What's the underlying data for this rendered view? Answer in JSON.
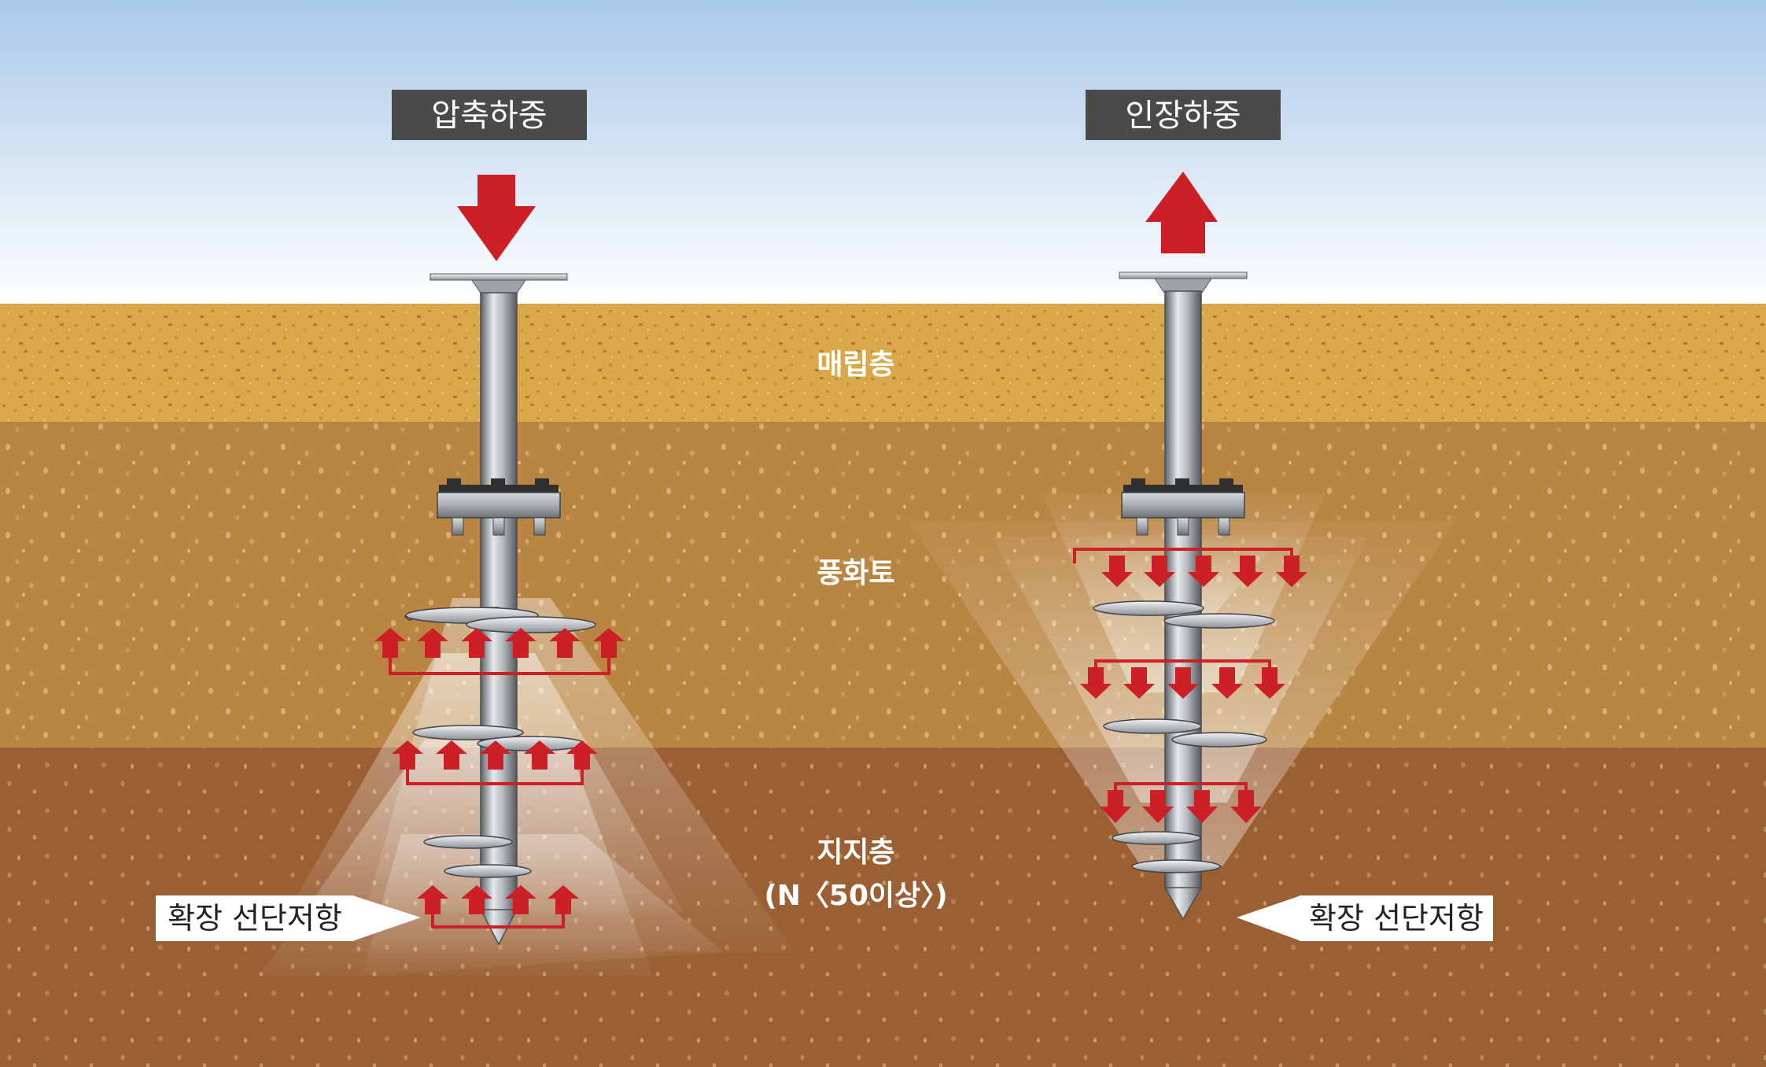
{
  "labels": {
    "compression_load": "압축하중",
    "tension_load": "인장하중",
    "layer_fill": "매립층",
    "layer_weathered": "풍화토",
    "layer_bearing": "지지층",
    "layer_bearing_note": "(N〈50이상〉)",
    "callout_left": "확장 선단저항",
    "callout_right": "확장 선단저항"
  },
  "colors": {
    "sky_top": "#a8c8e8",
    "sky_bottom": "#ffffff",
    "fill_layer": "#d9a84a",
    "weathered_layer": "#b98543",
    "bearing_layer": "#9a5f33",
    "arrow_red": "#cc1f26",
    "tag_bg": "#4a4a4a",
    "steel": "#9aa0a6"
  },
  "icons": {
    "compression_arrow": "arrow-down-icon",
    "tension_arrow": "arrow-up-icon",
    "force_arrow": "small-arrow-icon"
  }
}
